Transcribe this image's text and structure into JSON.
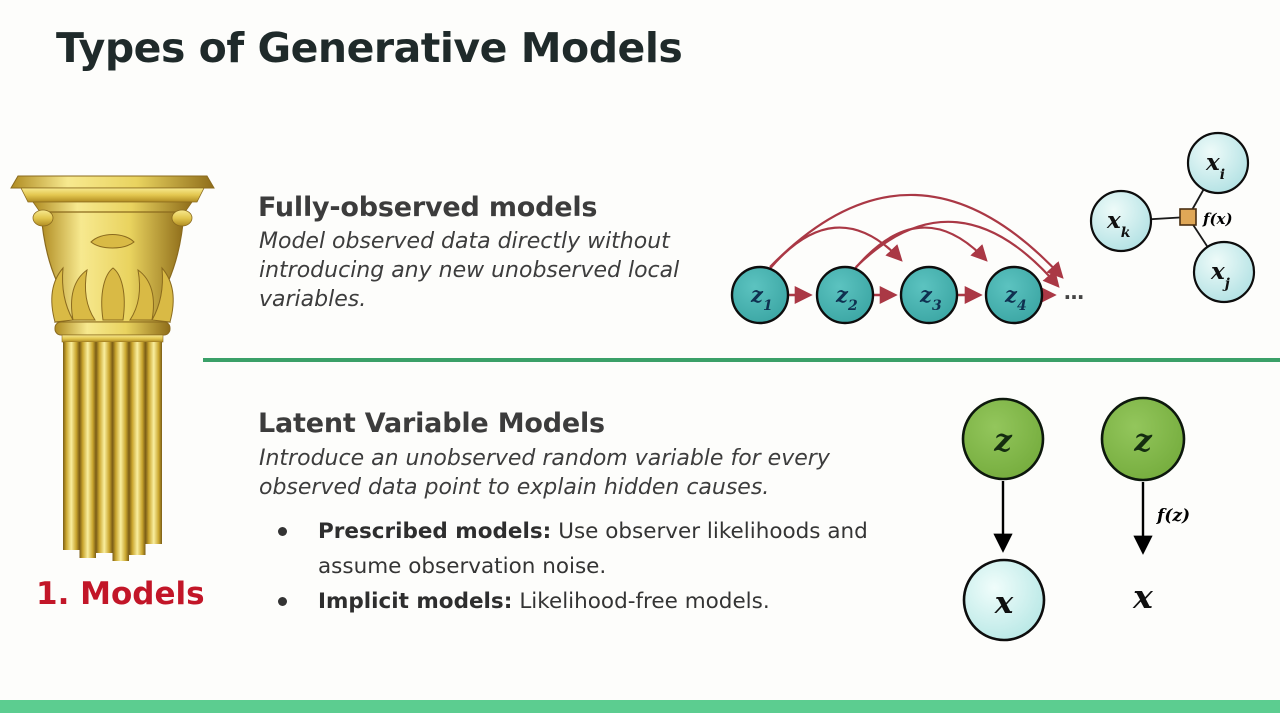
{
  "slide": {
    "title": "Types of Generative Models",
    "pillar_caption": "1. Models"
  },
  "colors": {
    "background": "#fdfdfb",
    "title_ink": "#1f2a2a",
    "heading_gray": "#3c3c3c",
    "caption_red": "#c21628",
    "divider_green": "#3aa068",
    "bottom_bar_green": "#5ccd90",
    "node_teal": "#44b2ae",
    "node_cyan_light": "#b4e4e4",
    "node_green": "#7cb344",
    "arrow_red": "#aa3845",
    "factor_square_orange": "#dfa757",
    "column_gold": "#e8cf60"
  },
  "sections": {
    "fully_observed": {
      "heading": "Fully-observed models",
      "desc_lines": [
        "Model observed data directly without",
        "introducing any new unobserved local",
        "variables."
      ]
    },
    "latent": {
      "heading": "Latent Variable Models",
      "desc_lines": [
        "Introduce an unobserved random variable for every",
        "observed data point to explain hidden causes."
      ],
      "bullets": [
        {
          "term": "Prescribed models:",
          "rest_lines": [
            "Use observer likelihoods and",
            "assume observation noise."
          ]
        },
        {
          "term": "Implicit models:",
          "rest_lines": [
            "Likelihood-free models."
          ]
        }
      ]
    }
  },
  "diagrams": {
    "autoregressive": {
      "nodes": [
        {
          "base": "z",
          "sub": "1"
        },
        {
          "base": "z",
          "sub": "2"
        },
        {
          "base": "z",
          "sub": "3"
        },
        {
          "base": "z",
          "sub": "4"
        }
      ],
      "ellipsis": "…"
    },
    "factor_graph": {
      "nodes": [
        {
          "base": "x",
          "sub": "i"
        },
        {
          "base": "x",
          "sub": "k"
        },
        {
          "base": "x",
          "sub": "j"
        }
      ],
      "factor_label": "f(x)"
    },
    "latent_pair": {
      "prescribed": {
        "top": "z",
        "bottom": "x"
      },
      "implicit": {
        "top": "z",
        "arrow_label": "f(z)",
        "bottom": "x"
      }
    }
  }
}
